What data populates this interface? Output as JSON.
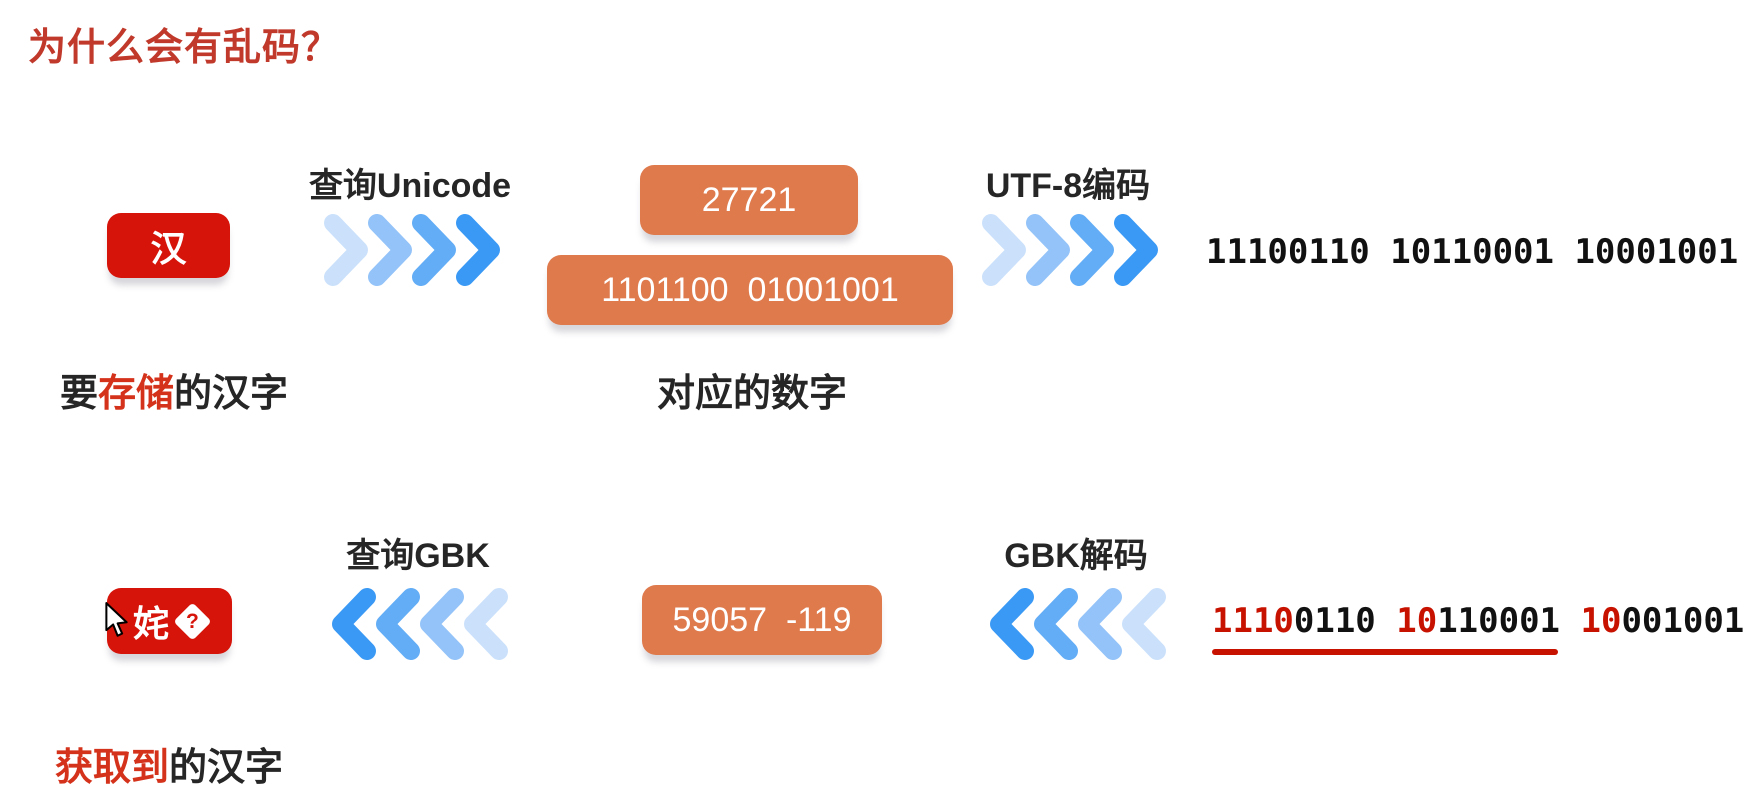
{
  "title": "为什么会有乱码？",
  "colors": {
    "title_red": "#c0392b",
    "accent_red": "#d5321b",
    "box_red": "#d6140a",
    "box_orange": "#df7a4d",
    "binary_red": "#c81200",
    "text_dark": "#262626",
    "chevron_blues": [
      "#cbe1fb",
      "#93c3f8",
      "#62adf6",
      "#3a99f4"
    ]
  },
  "top_flow": {
    "stored_char": "汉",
    "lookup_label": "查询Unicode",
    "codepoint_decimal": "27721",
    "codepoint_binary": "1101100  01001001",
    "encode_label": "UTF-8编码",
    "utf8_bytes": "11100110 10110001 10001001",
    "caption": {
      "prefix": "要",
      "accent": "存储",
      "suffix": "的汉字"
    },
    "number_caption": "对应的数字"
  },
  "bottom_flow": {
    "lookup_label": "查询GBK",
    "decode_label": "GBK解码",
    "garbled_char": "姹",
    "replacement_mark": "?",
    "gbk_codes": "59057  -119",
    "bytes": {
      "red1": "1110",
      "black1": "0110 ",
      "red2": "10",
      "black2": "110001 ",
      "red3": "10",
      "black3": "001001"
    },
    "caption": {
      "accent": "获取到",
      "suffix": "的汉字"
    }
  }
}
